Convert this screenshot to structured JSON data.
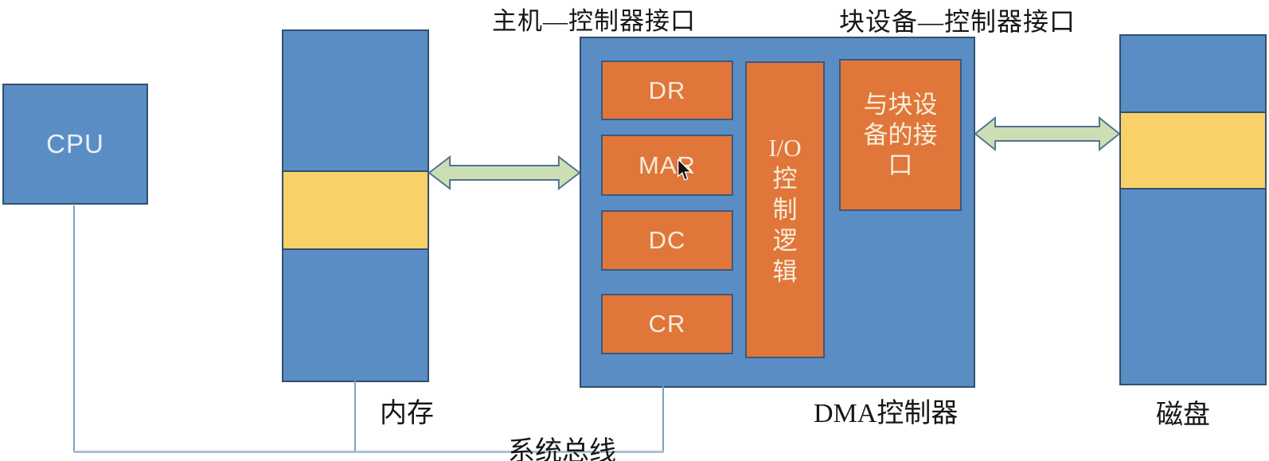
{
  "diagram": {
    "top_labels": {
      "host_controller_interface": "主机—控制器接口",
      "block_device_controller_interface": "块设备—控制器接口"
    },
    "cpu": {
      "label": "CPU"
    },
    "memory": {
      "caption": "内存"
    },
    "dma": {
      "caption": "DMA控制器",
      "registers": [
        "DR",
        "MAR",
        "DC",
        "CR"
      ],
      "io_logic_lines": [
        "I/O",
        "控",
        "制",
        "逻",
        "辑"
      ],
      "block_device_interface_lines": [
        "与块设",
        "备的接",
        "口"
      ]
    },
    "disk": {
      "caption": "磁盘"
    },
    "bus": {
      "caption": "系统总线"
    },
    "icons": {
      "arrow_left": "double-headed-arrow",
      "arrow_right": "double-headed-arrow",
      "cursor": "mouse-pointer"
    },
    "colors": {
      "box_blue": "#5b8dc5",
      "box_orange": "#e0763a",
      "band_yellow": "#f9d169",
      "arrow_green_fill": "#cbdfb5",
      "arrow_outline": "#54738f",
      "connector_line": "#7ba0bd",
      "bus_line": "#a9c0d4",
      "label_text": "#161616",
      "box_text": "#f6ecdb",
      "box_border": "#31506f"
    }
  }
}
